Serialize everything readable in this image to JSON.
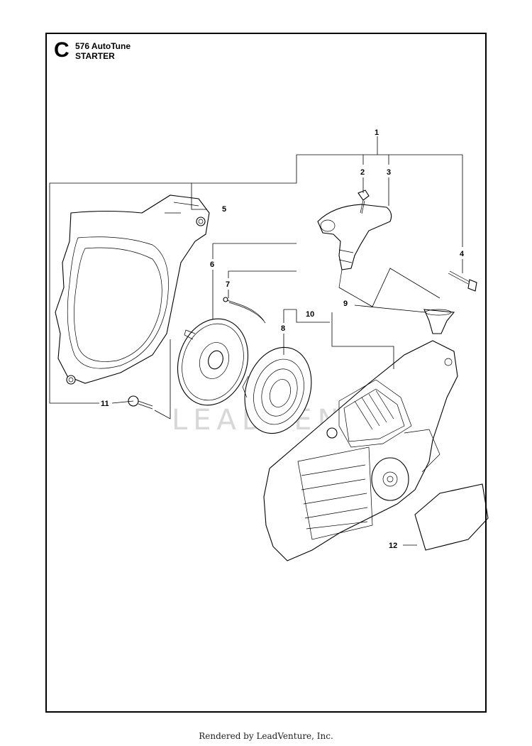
{
  "header": {
    "section_letter": "C",
    "model": "576 AutoTune",
    "assembly": "STARTER"
  },
  "callouts": [
    "1",
    "2",
    "3",
    "4",
    "5",
    "6",
    "7",
    "8",
    "9",
    "10",
    "11",
    "12"
  ],
  "watermark": "LEADVENTURE",
  "footer": {
    "credit": "Rendered by LeadVenture, Inc."
  }
}
